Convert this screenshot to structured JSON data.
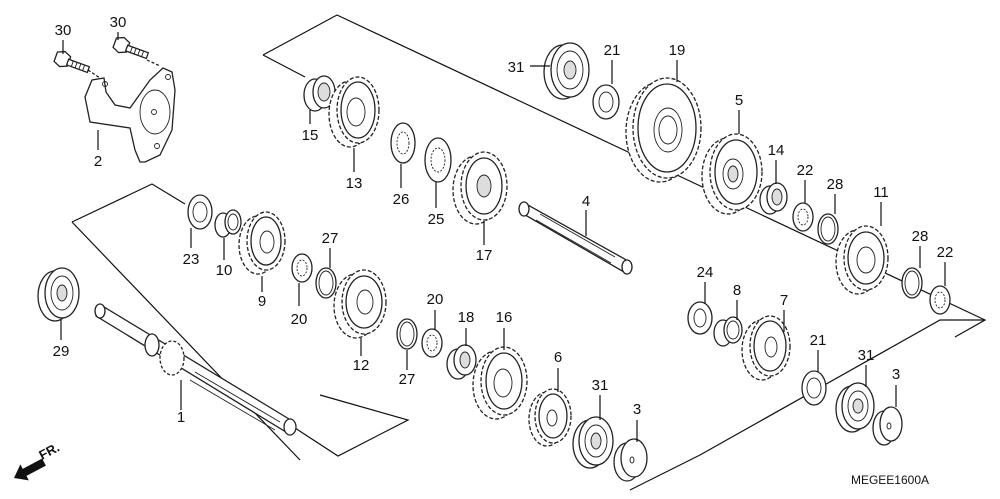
{
  "diagram": {
    "title": "Transmission exploded parts view",
    "figure_code": "MEGEE1600A",
    "front_indicator": "FR.",
    "parts": [
      {
        "ref": "1",
        "kind": "mainshaft"
      },
      {
        "ref": "2",
        "kind": "bearing-set-plate"
      },
      {
        "ref": "3",
        "kind": "cap"
      },
      {
        "ref": "3",
        "kind": "cap"
      },
      {
        "ref": "4",
        "kind": "countershaft"
      },
      {
        "ref": "5",
        "kind": "gear"
      },
      {
        "ref": "6",
        "kind": "gear"
      },
      {
        "ref": "7",
        "kind": "gear"
      },
      {
        "ref": "8",
        "kind": "bushing"
      },
      {
        "ref": "9",
        "kind": "gear"
      },
      {
        "ref": "10",
        "kind": "bushing"
      },
      {
        "ref": "11",
        "kind": "gear"
      },
      {
        "ref": "12",
        "kind": "gear"
      },
      {
        "ref": "13",
        "kind": "gear"
      },
      {
        "ref": "14",
        "kind": "bushing"
      },
      {
        "ref": "15",
        "kind": "bushing"
      },
      {
        "ref": "16",
        "kind": "gear"
      },
      {
        "ref": "17",
        "kind": "gear"
      },
      {
        "ref": "18",
        "kind": "bushing"
      },
      {
        "ref": "19",
        "kind": "gear"
      },
      {
        "ref": "20",
        "kind": "splined-washer"
      },
      {
        "ref": "20",
        "kind": "splined-washer"
      },
      {
        "ref": "21",
        "kind": "thrust-washer"
      },
      {
        "ref": "21",
        "kind": "thrust-washer"
      },
      {
        "ref": "22",
        "kind": "splined-washer"
      },
      {
        "ref": "22",
        "kind": "splined-washer"
      },
      {
        "ref": "23",
        "kind": "thrust-washer"
      },
      {
        "ref": "24",
        "kind": "thrust-washer"
      },
      {
        "ref": "25",
        "kind": "lock-washer"
      },
      {
        "ref": "26",
        "kind": "lock-washer"
      },
      {
        "ref": "27",
        "kind": "circlip"
      },
      {
        "ref": "27",
        "kind": "circlip"
      },
      {
        "ref": "28",
        "kind": "circlip"
      },
      {
        "ref": "28",
        "kind": "circlip"
      },
      {
        "ref": "29",
        "kind": "radial-bearing"
      },
      {
        "ref": "30",
        "kind": "bolt"
      },
      {
        "ref": "30",
        "kind": "bolt"
      },
      {
        "ref": "31",
        "kind": "radial-bearing"
      },
      {
        "ref": "31",
        "kind": "radial-bearing"
      },
      {
        "ref": "31",
        "kind": "radial-bearing"
      }
    ]
  }
}
